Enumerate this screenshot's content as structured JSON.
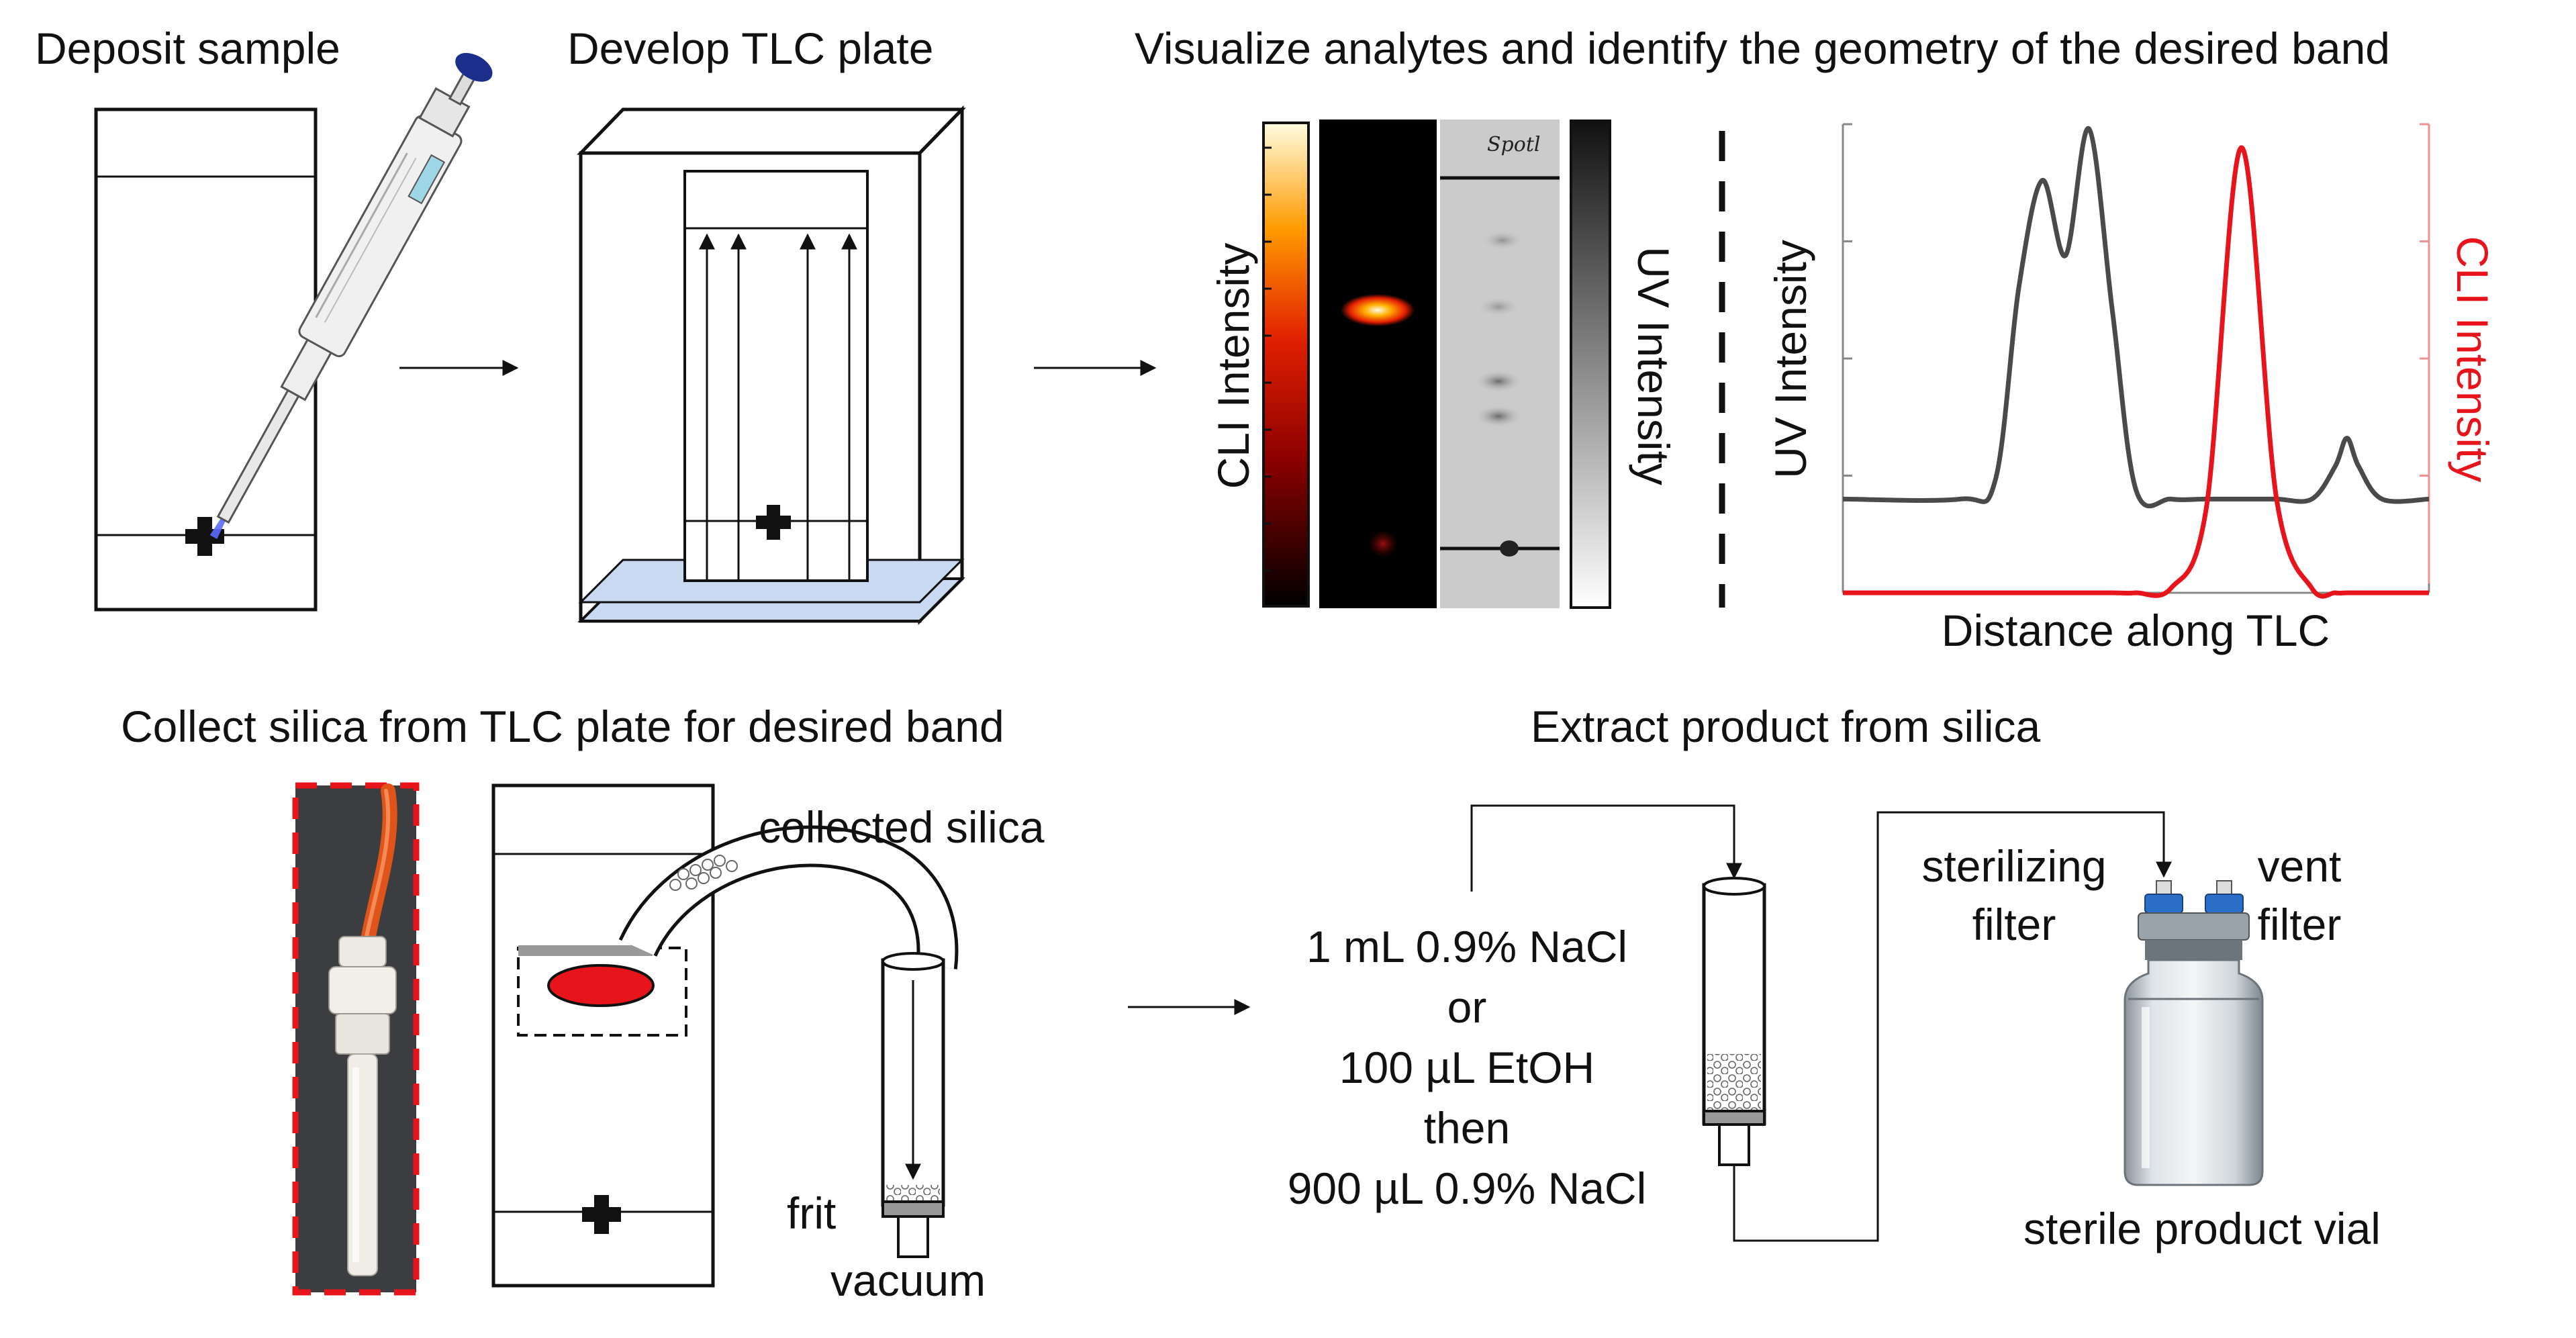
{
  "steps": {
    "deposit": "Deposit sample",
    "develop": "Develop TLC plate",
    "visualize": "Visualize analytes and identify the geometry of the desired band",
    "collect": "Collect silica from TLC plate for desired band",
    "extract": "Extract product from silica"
  },
  "visualization": {
    "cli_colorbar_label": "CLI Intensity",
    "uv_colorbar_label": "UV Intensity",
    "plate_handwriting": "Spotl"
  },
  "collection": {
    "collected_silica": "collected silica",
    "frit": "frit",
    "vacuum": "vacuum"
  },
  "extraction": {
    "solvent_lines": [
      "1 mL 0.9% NaCl",
      "or",
      "100 µL EtOH",
      "then",
      "900 µL 0.9% NaCl"
    ],
    "sterilizing_filter": [
      "sterilizing",
      "filter"
    ],
    "vent_filter": [
      "vent",
      "filter"
    ],
    "product_vial": "sterile product vial"
  },
  "colors": {
    "uv_trace": "#4a4a4a",
    "cli_trace": "#e8141c",
    "band": "#e8141c",
    "tank_liquid": "#c9d9f2",
    "filter_cap": "#2b6fc9"
  },
  "chart_data": {
    "type": "line",
    "xlabel": "Distance along TLC",
    "ylabel_left": "UV Intensity",
    "ylabel_right": "CLI Intensity",
    "x": [
      0,
      0.2,
      0.26,
      0.3,
      0.34,
      0.38,
      0.42,
      0.46,
      0.5,
      0.56,
      0.62,
      0.68,
      0.74,
      0.8,
      0.84,
      0.86,
      0.88,
      0.92,
      1.0
    ],
    "series": [
      {
        "axis": "left",
        "color": "#4a4a4a",
        "values": [
          0.2,
          0.2,
          0.24,
          0.65,
          0.88,
          0.72,
          0.99,
          0.6,
          0.22,
          0.2,
          0.2,
          0.2,
          0.2,
          0.2,
          0.27,
          0.33,
          0.27,
          0.2,
          0.2
        ]
      },
      {
        "axis": "right",
        "color": "#e8141c",
        "values": [
          0,
          0,
          0,
          0,
          0,
          0,
          0,
          0,
          0,
          0.01,
          0.18,
          0.95,
          0.2,
          0.01,
          0,
          0,
          0,
          0,
          0
        ]
      }
    ]
  }
}
